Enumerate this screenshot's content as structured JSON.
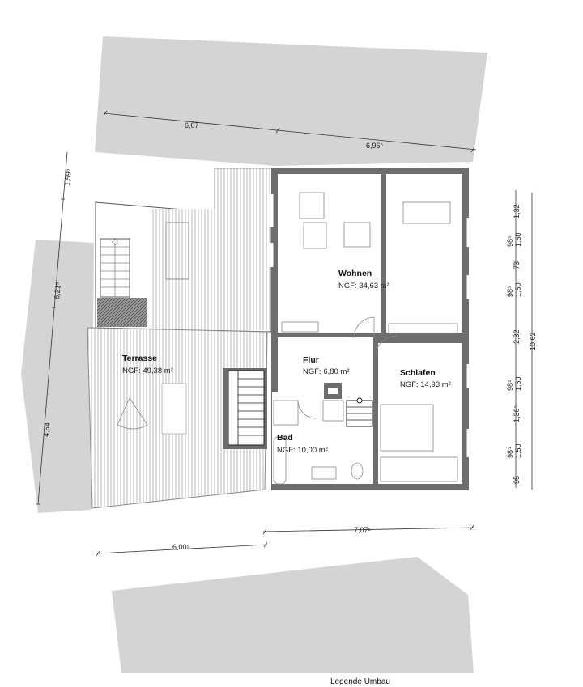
{
  "rooms": {
    "wohnen": {
      "name": "Wohnen",
      "area": "NGF: 34,63 m²"
    },
    "flur": {
      "name": "Flur",
      "area": "NGF: 6,80 m²"
    },
    "schlafen": {
      "name": "Schlafen",
      "area": "NGF: 14,93 m²"
    },
    "bad": {
      "name": "Bad",
      "area": "NGF: 10,00 m²"
    },
    "terrasse": {
      "name": "Terrasse",
      "area": "NGF: 49,38 m²"
    }
  },
  "dimensions": {
    "top": [
      "6,07",
      "6,96⁵"
    ],
    "bottom": [
      "6,00⁵",
      "7,07⁵"
    ],
    "left": [
      "1,59⁵",
      "6,21⁵",
      "4,64"
    ],
    "right_inner": [
      "1,32",
      "98⁵",
      "1,50",
      "73",
      "98⁵",
      "1,50",
      "2,32",
      "98⁵",
      "1,50",
      "1,36⁵",
      "98⁵",
      "1,50",
      "95"
    ],
    "right_total": "10,62"
  },
  "legend": {
    "title": "Legende Umbau"
  },
  "colors": {
    "neighbor": "#d4d4d4",
    "wall": "#6d6d6d",
    "hatch": "#9a9a9a"
  }
}
